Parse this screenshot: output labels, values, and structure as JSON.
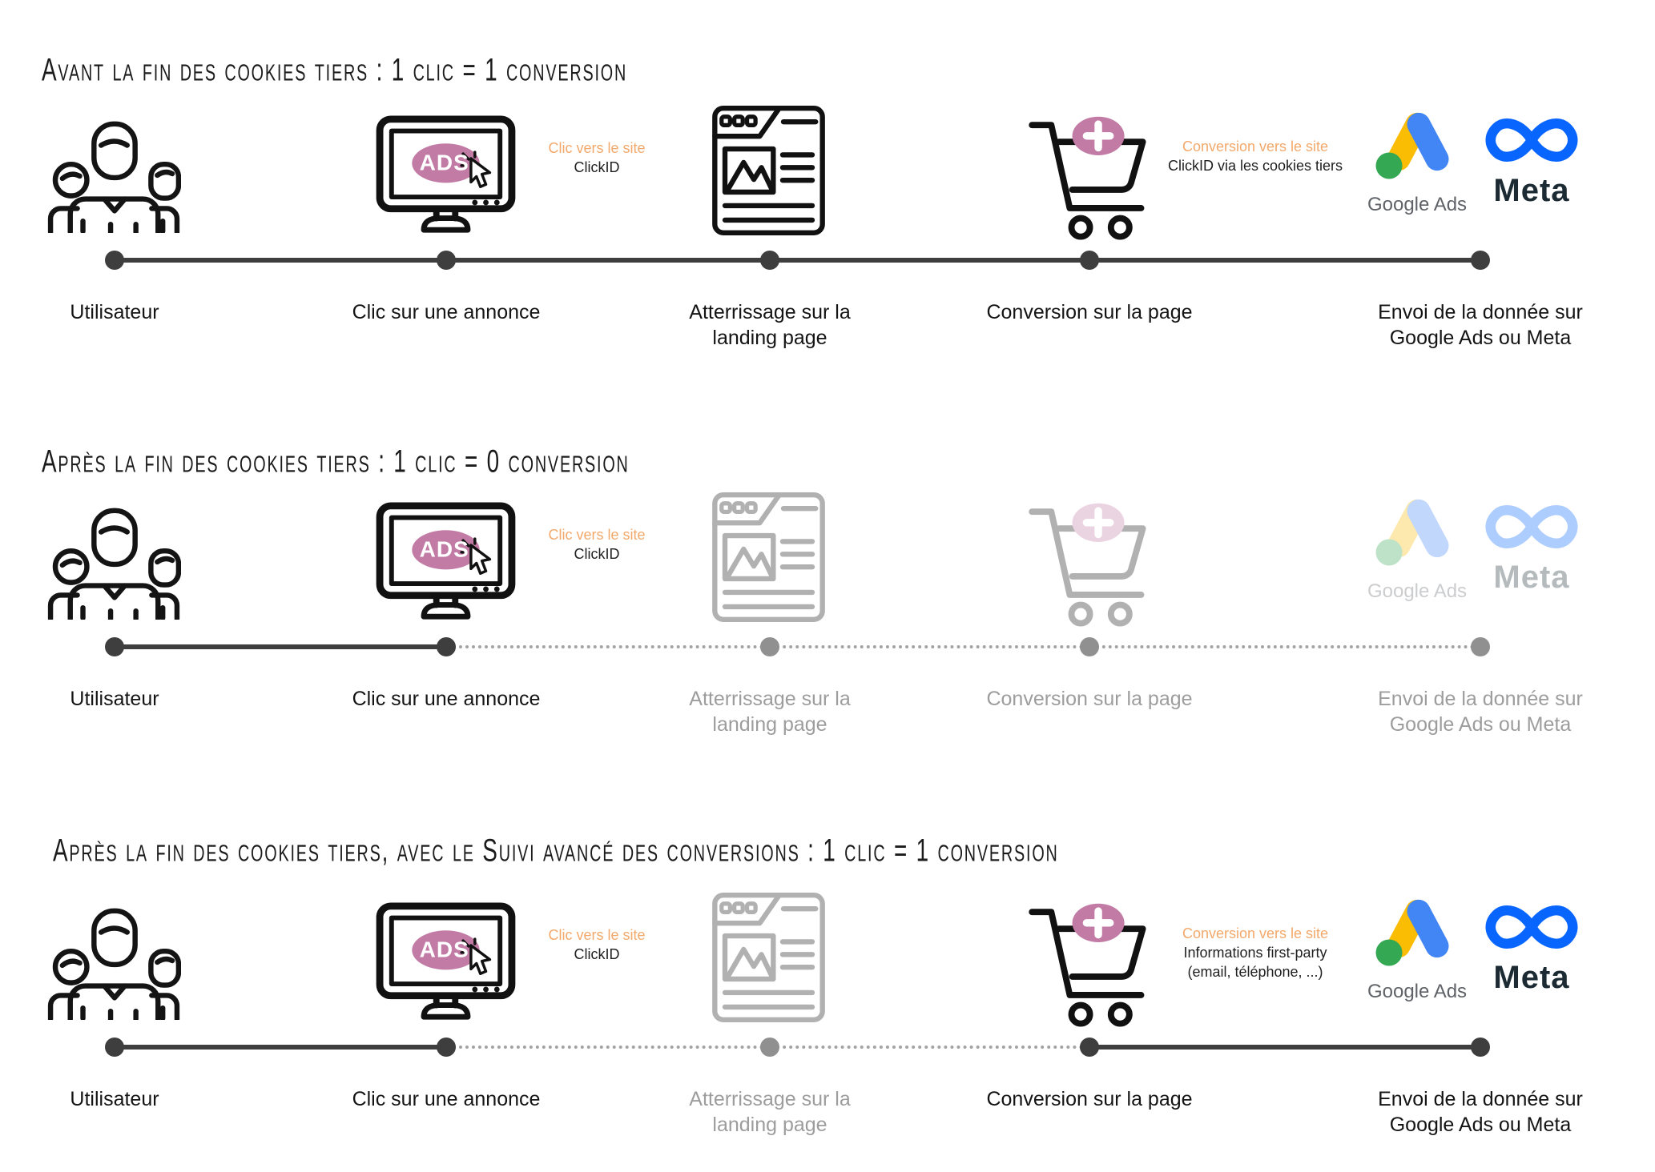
{
  "palette": {
    "accent_orange": "#F2A96B",
    "accent_mauve": "#C27BA5",
    "timeline_dark": "#3E3E3E",
    "timeline_grey_dotted": "#A3A3A3",
    "label_grey": "#9D9D9D",
    "google_blue": "#4285F4",
    "google_yellow": "#FBBC04",
    "google_green": "#34A853",
    "meta_blue": "#0866FF",
    "meta_text": "#1C2B33"
  },
  "steps": [
    "Utilisateur",
    "Clic sur une annonce",
    "Atterrissage sur la landing page",
    "Conversion sur la page",
    "Envoi de la donnée sur Google Ads ou Meta"
  ],
  "rows": {
    "r1": {
      "title": "Avant la fin des cookies tiers : 1 clic = 1 conversion"
    },
    "r2": {
      "title": "Après la fin des cookies tiers : 1 clic = 0 conversion"
    },
    "r3": {
      "title": "Après la fin des cookies tiers, avec le Suivi avancé des conversions : 1 clic = 1 conversion"
    }
  },
  "annotations": {
    "click": {
      "title": "Clic vers le site",
      "detail": "ClickID"
    },
    "conversion_cookies": {
      "title": "Conversion vers le site",
      "detail": "ClickID via les cookies tiers"
    },
    "conversion_first_party": {
      "title": "Conversion vers le site",
      "detail": "Informations first-party (email, téléphone, ...)"
    }
  },
  "brands": {
    "ad_badge": "ADS",
    "google_ads": "Google Ads",
    "meta": "Meta"
  }
}
